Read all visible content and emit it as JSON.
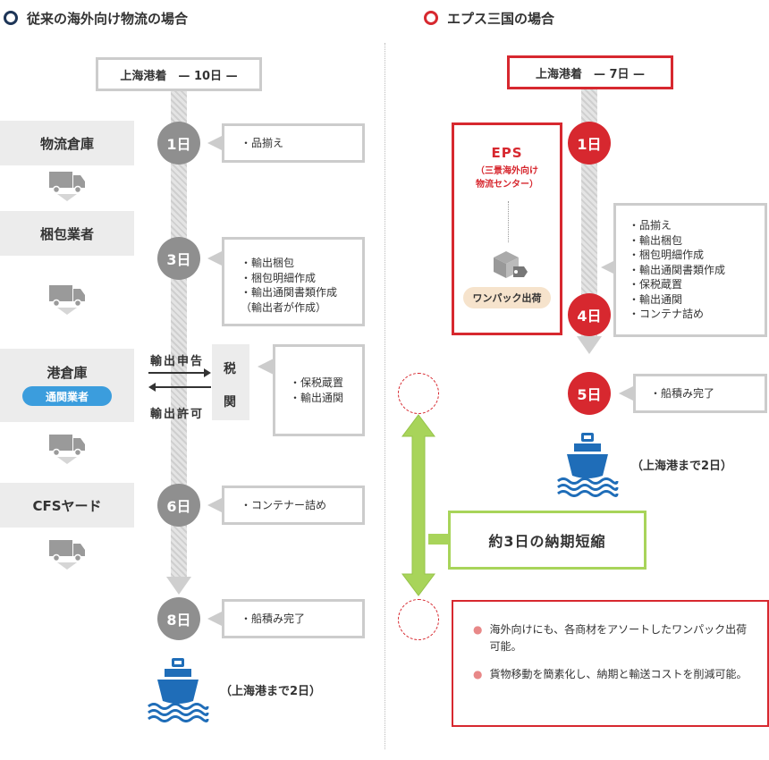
{
  "left_header": {
    "title": "従来の海外向け物流の場合"
  },
  "right_header": {
    "title": "エプス三国の場合"
  },
  "left": {
    "port": "上海港着　— 10日 —",
    "days": [
      "1日",
      "3日",
      "6日",
      "8日"
    ],
    "stages": [
      "物流倉庫",
      "梱包業者",
      "港倉庫",
      "CFSヤード"
    ],
    "customs_badge": "通関業者",
    "export_declare": "輸出申告",
    "export_permit": "輸出許可",
    "tax_chars": [
      "税",
      "関"
    ],
    "box1": [
      "・品揃え"
    ],
    "box2": [
      "・輸出梱包",
      "・梱包明細作成",
      "・輸出通関書類作成",
      "（輸出者が作成）"
    ],
    "box3": [
      "・保税蔵置",
      "・輸出通関"
    ],
    "box4": [
      "・コンテナー詰め"
    ],
    "box5": [
      "・船積み完了"
    ],
    "ship_note": "（上海港まで2日）"
  },
  "right": {
    "port": "上海港着　— 7日 —",
    "days": [
      "1日",
      "4日",
      "5日"
    ],
    "eps_title": "EPS",
    "eps_sub1": "（三景海外向け",
    "eps_sub2": "物流センター）",
    "onepack": "ワンパック出荷",
    "box_items": [
      "・品揃え",
      "・輸出梱包",
      "・梱包明細作成",
      "・輸出通関書類作成",
      "・保税蔵置",
      "・輸出通関",
      "・コンテナ詰め"
    ],
    "box_done": [
      "・船積み完了"
    ],
    "ship_note": "（上海港まで2日）",
    "shorten": "約3日の納期短縮",
    "bullets": [
      "海外向けにも、各商材をアソートしたワンパック出荷可能。",
      "貨物移動を簡素化し、納期と輸送コストを削減可能。"
    ]
  },
  "colors": {
    "red": "#d7282f",
    "navy": "#1d3557",
    "blue": "#1f6db8",
    "green": "#a8d45a",
    "gray": "#8f8f8f",
    "light_gray": "#ececec"
  },
  "icons": [
    "truck-icon",
    "ship-icon",
    "waves-icon",
    "package-icon",
    "down-arrow-icon",
    "double-arrow-icon"
  ]
}
